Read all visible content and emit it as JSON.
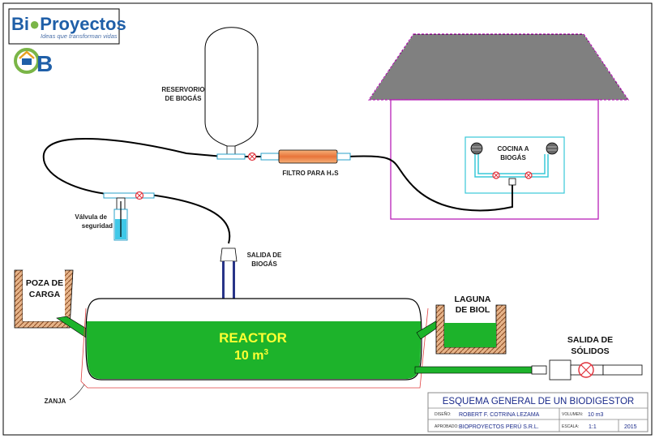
{
  "logo": {
    "brand_prefix": "Bi",
    "brand_suffix": "Proyectos",
    "tagline": "Ideas que transforman vidas",
    "monogram": "B",
    "brand_color": "#1f5fa8",
    "accent_color": "#7ab547"
  },
  "labels": {
    "reservoir_line1": "RESERVORIO",
    "reservoir_line2": "DE BIOGÁS",
    "filter": "FILTRO PARA H₂S",
    "kitchen_line1": "COCINA A",
    "kitchen_line2": "BIOGÁS",
    "valve_line1": "Válvula de",
    "valve_line2": "seguridad",
    "outlet_line1": "SALIDA DE",
    "outlet_line2": "BIOGÁS",
    "tank_line1": "POZA DE",
    "tank_line2": "CARGA",
    "lagoon_line1": "LAGUNA",
    "lagoon_line2": "DE BIOL",
    "solids_line1": "SALIDA DE",
    "solids_line2": "SÓLIDOS",
    "reactor_name": "REACTOR",
    "reactor_volume": "10 m",
    "reactor_volume_exp": "3",
    "trench": "ZANJA"
  },
  "title_block": {
    "title": "ESQUEMA GENERAL DE UN BIODIGESTOR",
    "design_label": "DISEÑO:",
    "design_value": "ROBERT F. COTRINA LEZAMA",
    "volume_label": "VOLUMEN:",
    "volume_value": "10 m3",
    "approved_label": "APROBADO:",
    "approved_value": "BIOPROYECTOS PERÚ S.R.L.",
    "scale_label": "ESCALA:",
    "scale_value": "1:1",
    "year": "2015"
  },
  "colors": {
    "liquid": "#1db32b",
    "reactor_label": "#ffff33",
    "house": "#b81fb8",
    "kitchen": "#38c8d8",
    "valve": "#e0303a",
    "filter": "#f08a45",
    "safety_water": "#40c8e8",
    "brick": "#b06a3a",
    "outlet_pipe": "#283488"
  }
}
